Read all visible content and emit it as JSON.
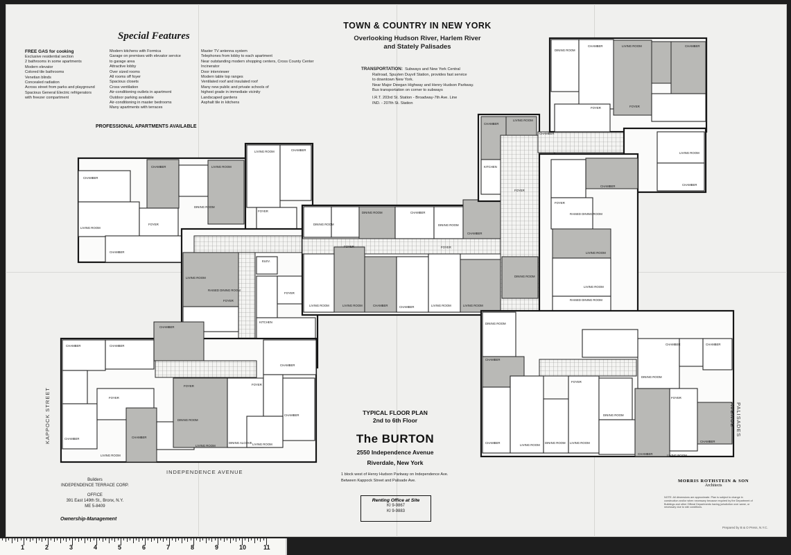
{
  "headline": {
    "title": "TOWN & COUNTRY IN NEW YORK",
    "subtitle_line1": "Overlooking Hudson River, Harlem River",
    "subtitle_line2": "and Stately Palisades"
  },
  "special_features": {
    "title": "Special Features",
    "free_gas": "FREE GAS for cooking",
    "col1": [
      "Exclusive residential section",
      "2 bathrooms in some apartments",
      "Modern elevator",
      "Colored tile bathrooms",
      "Venetian blinds",
      "Concealed radiation",
      "Across street from parks and playground",
      "Spacious General Electric refrigerators",
      "   with freezer compartment"
    ],
    "col2": [
      "Modern kitchens with Formica",
      "Garage on premises with elevator service",
      "   to garage area",
      "Attractive lobby",
      "Over sized rooms",
      "All rooms off foyer",
      "Spacious closets",
      "Cross ventilation",
      "Air-conditioning outlets in apartment",
      "Outdoor parking available",
      "Air-conditioning in master bedrooms",
      "Many apartments with terraces"
    ],
    "col3": [
      "Master TV antenna system",
      "Telephones from lobby to each apartment",
      "Near outstanding modern shopping centers, Cross County Center",
      "Incinerator",
      "Door interviewer",
      "Modern table top ranges",
      "Ventilated roof and insulated roof",
      "Many new public and private schools of",
      "   highest grade in immediate vicinity",
      "Landscaped gardens",
      "Asphalt tile in kitchens"
    ],
    "professional": "PROFESSIONAL APARTMENTS AVAILABLE"
  },
  "transportation": {
    "label": "TRANSPORTATION:",
    "lines": [
      "Subways and New York Central",
      "Railroad, Spuyten Duyvil Station, provides fast service",
      "to downtown New York.",
      "Near Major Deegan Highway and Henry Hudson Parkway.",
      "Bus transportation on corner to subways"
    ],
    "stations": [
      "I.R.T. 203rd St. Station - Broadway-7th Ave. Line",
      "IND. - 207th St. Station"
    ]
  },
  "streets": {
    "kappock": "KAPPOCK STREET",
    "independence": "INDEPENDENCE  AVENUE",
    "palisades": "PALISADES AVENUE"
  },
  "plan_labels": {
    "living": "LIVING ROOM",
    "chamber": "CHAMBER",
    "dining": "DINING ROOM",
    "foyer": "FOYER",
    "kitchen": "KITCHEN",
    "raised_dining": "RAISED DINING ROOM",
    "dining_alcove": "DINING ALCOVE",
    "elev": "ELEV."
  },
  "center": {
    "typical": "TYPICAL FLOOR PLAN",
    "floors": "2nd to 6th Floor",
    "name": "The BURTON",
    "address1": "2550 Independence Avenue",
    "address2": "Riverdale, New York",
    "directions1": "1 block west of Henry Hudson Parkway on Independence Ave.",
    "directions2": "Between Kappock Street and Palisade Ave."
  },
  "builders": {
    "label": "Builders",
    "corp": "INDEPENDENCE TERRACE CORP.",
    "office": "OFFICE",
    "address": "391 East 149th St., Bronx, N.Y.",
    "phone": "ME 5-8409",
    "ownership": "Ownership-Management"
  },
  "renting": {
    "title": "Renting Office at Site",
    "phone1": "KI 9-9867",
    "phone2": "KI 9-9883"
  },
  "architects": {
    "name": "MORRIS ROTHSTEIN & SON",
    "role": "Architects",
    "note": "NOTE: All dimensions are approximate. Plan is subject to change in construction and/or when necessary because required by the Department of Buildings and other Official Departments having jurisdiction over same, or necessary due to site conditions."
  },
  "printer": "Prepared by B & O Press, N.Y.C.",
  "ruler": {
    "numbers": [
      "1",
      "2",
      "3",
      "4",
      "5",
      "6",
      "7",
      "8",
      "9",
      "10",
      "11"
    ]
  }
}
